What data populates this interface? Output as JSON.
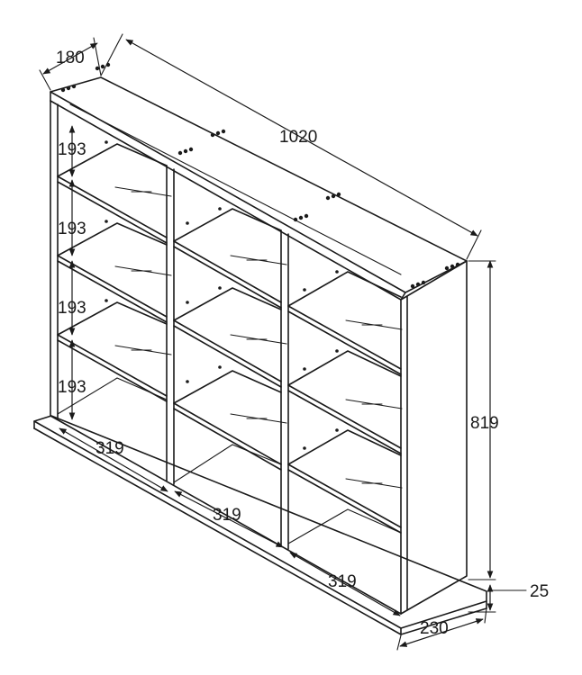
{
  "dimensions": {
    "depth_top": "180",
    "width": "1020",
    "height": "819",
    "plinth_height": "25",
    "plinth_depth": "230",
    "shelf_gap_1": "193",
    "shelf_gap_2": "193",
    "shelf_gap_3": "193",
    "shelf_gap_4": "193",
    "column_1": "319",
    "column_2": "319",
    "column_3": "319"
  }
}
